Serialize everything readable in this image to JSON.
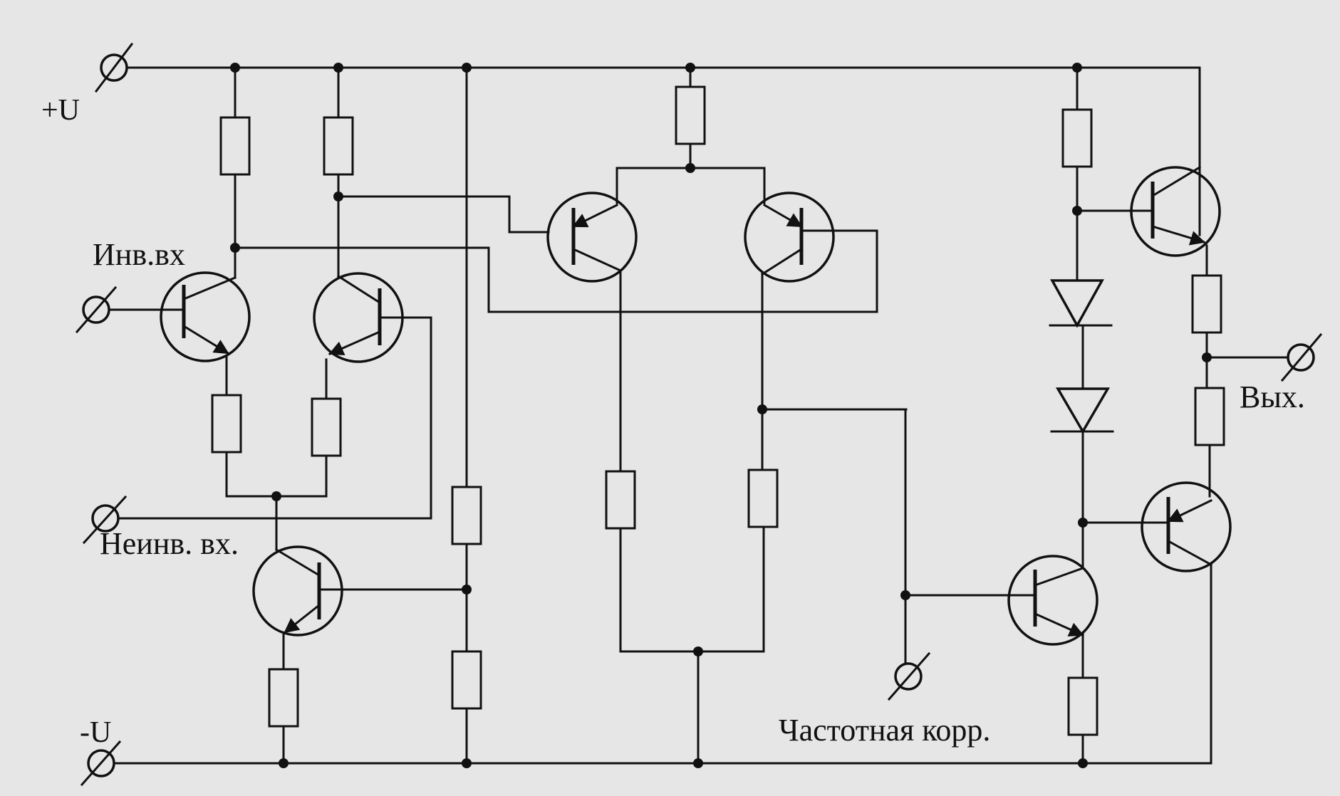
{
  "labels": {
    "plus_supply": "+U",
    "minus_supply": "-U",
    "inverting_input": "Инв.вх",
    "non_inverting_input": "Неинв. вх.",
    "output": "Вых.",
    "frequency_compensation": "Частотная корр."
  },
  "colors": {
    "background": "#e6e6e6",
    "ink": "#111111"
  }
}
